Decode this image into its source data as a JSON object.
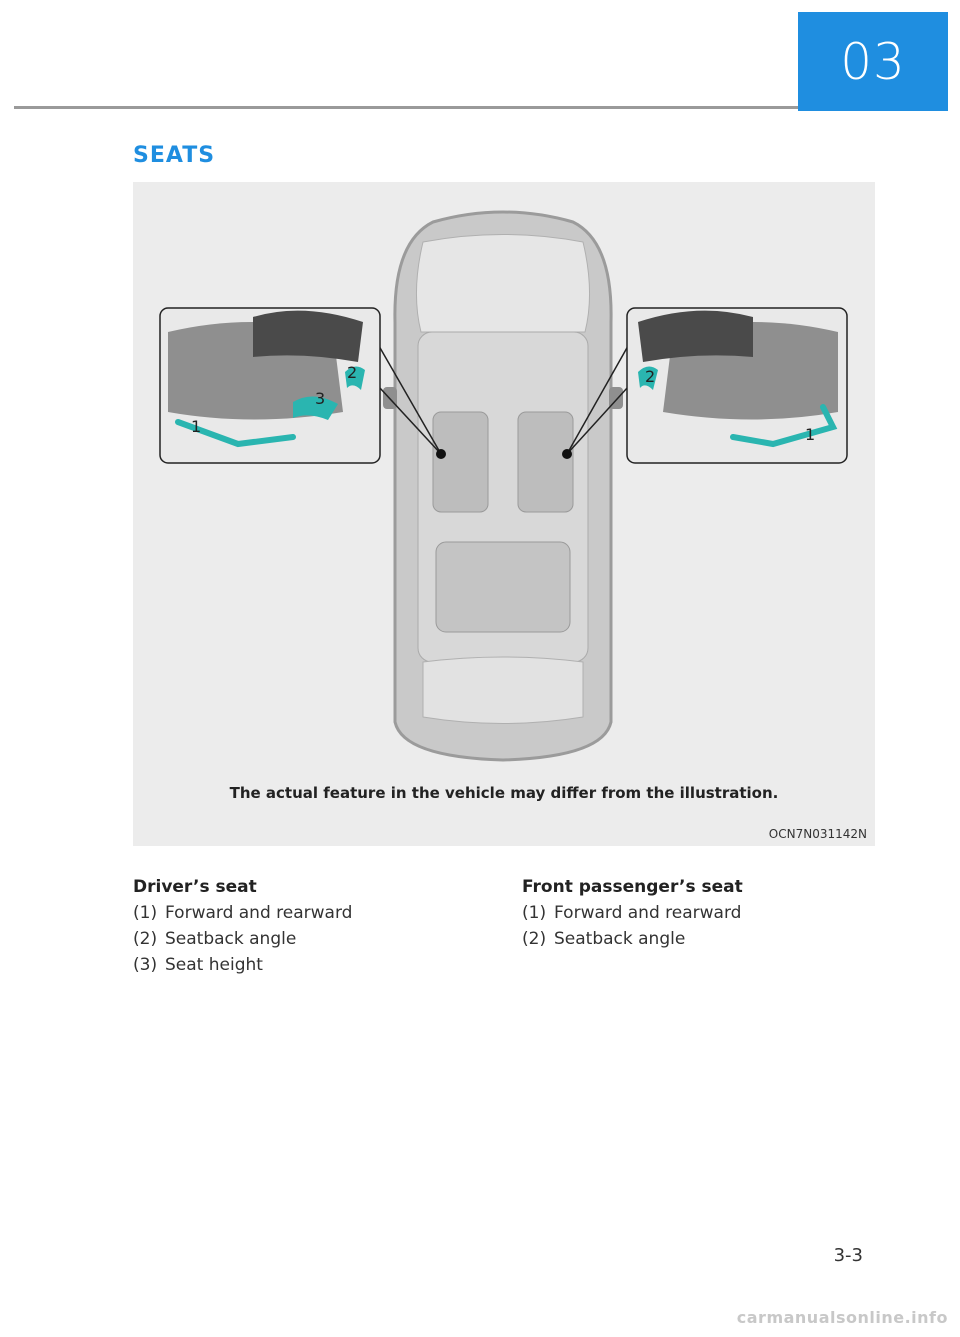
{
  "chapter": "03",
  "section_title": "SEATS",
  "figure": {
    "note": "The actual feature in the vehicle may differ from the illustration.",
    "code": "OCN7N031142N",
    "labels": {
      "driver_1": "1",
      "driver_2": "2",
      "driver_3": "3",
      "passenger_1": "1",
      "passenger_2": "2"
    },
    "colors": {
      "accent": "#2ab5b0",
      "brand": "#1f8ee0"
    }
  },
  "driver": {
    "heading": "Driver’s seat",
    "items": [
      {
        "num": "(1)",
        "text": "Forward and rearward"
      },
      {
        "num": "(2)",
        "text": "Seatback angle"
      },
      {
        "num": "(3)",
        "text": "Seat height"
      }
    ]
  },
  "passenger": {
    "heading": "Front passenger’s seat",
    "items": [
      {
        "num": "(1)",
        "text": "Forward and rearward"
      },
      {
        "num": "(2)",
        "text": "Seatback angle"
      }
    ]
  },
  "page_number": "3-3",
  "watermark": "carmanualsonline.info"
}
